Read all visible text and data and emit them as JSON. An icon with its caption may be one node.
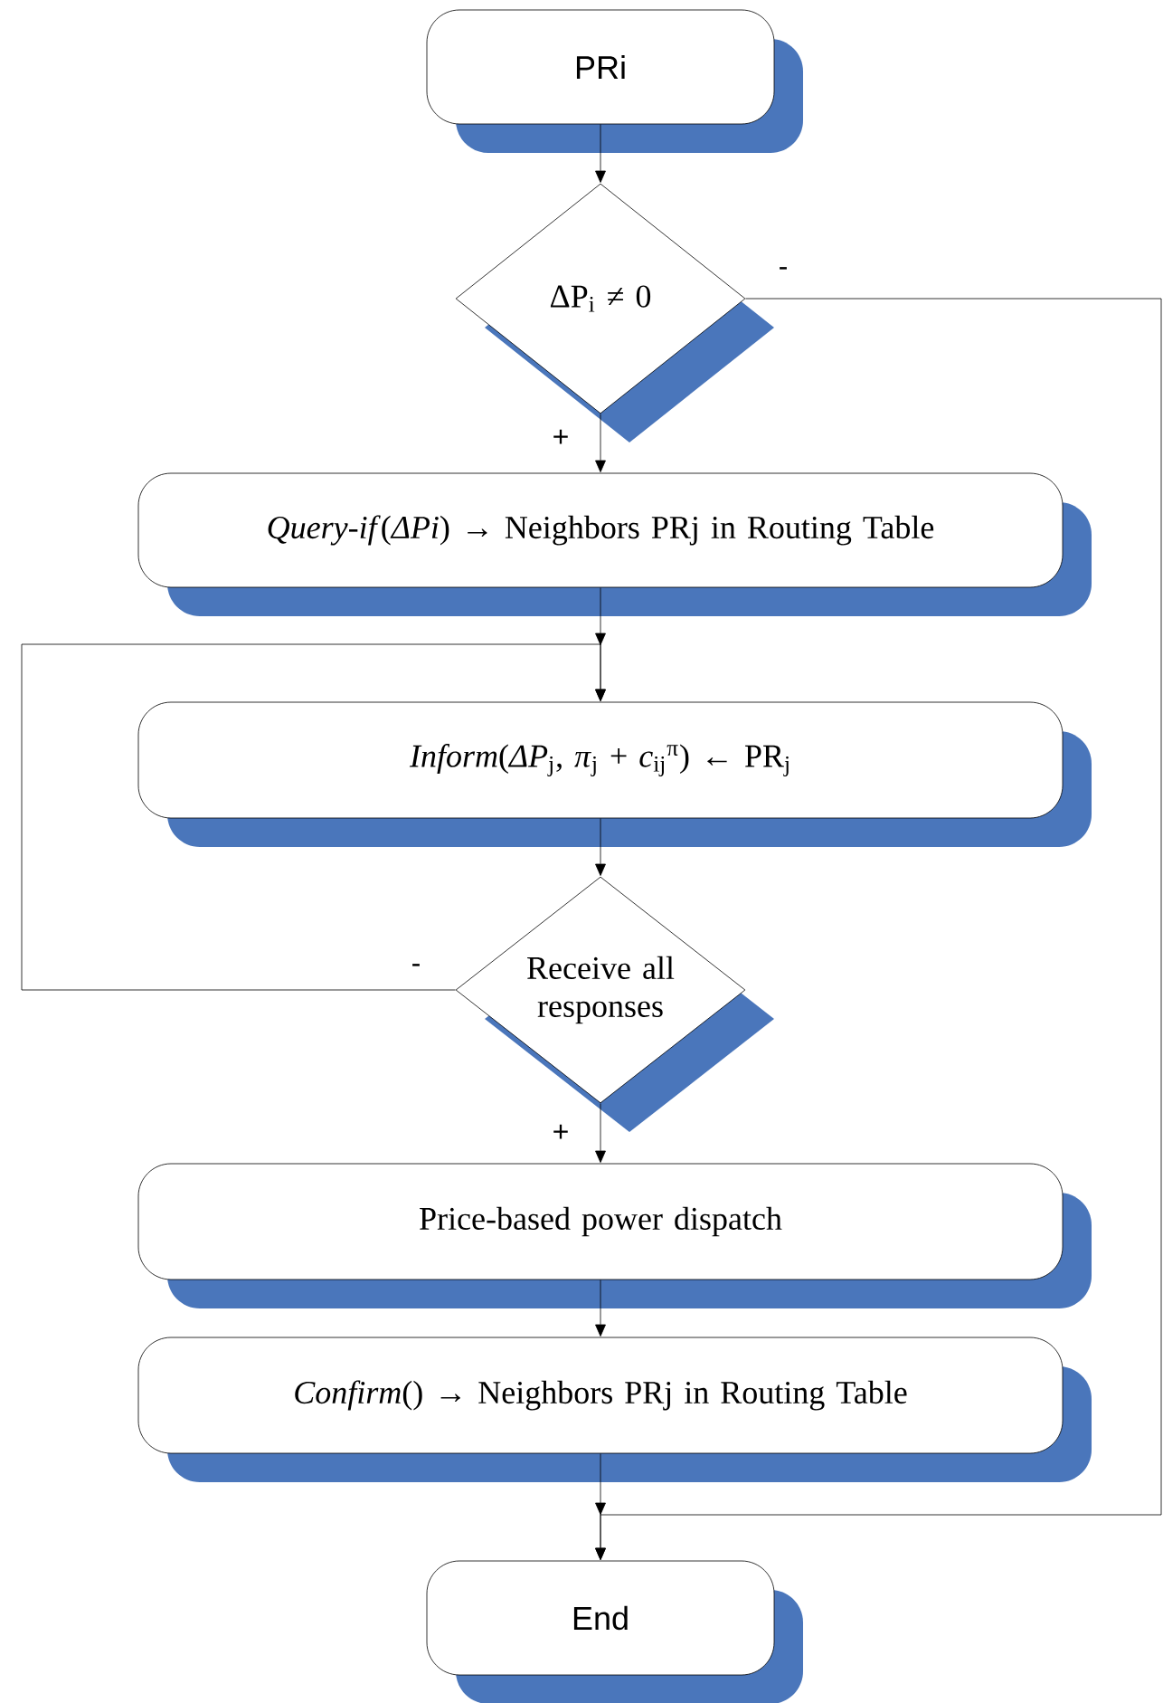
{
  "diagram": {
    "nodes": [
      {
        "text": [
          "PRi"
        ]
      },
      {
        "text": [
          "ΔP$_{i}$ ≠ 0"
        ]
      },
      {
        "text": [
          "*Query-if*(*ΔPi*) →  Neighbors  PRj in Routing Table"
        ]
      },
      {
        "text": [
          "*Inform*(*ΔP*$_{j}$, *π*$_{j}$ + *c*$_{ij}$$^{π}$) ← PR$_{j}$"
        ]
      },
      {
        "text": [
          "Receive all responses"
        ]
      },
      {
        "text": [
          "Price-based power dispatch"
        ]
      },
      {
        "text": [
          "*Confirm*() →  Neighbors  PRj in Routing Table"
        ]
      },
      {
        "text": [
          "End"
        ]
      }
    ],
    "edges": [
      {
        "from": 0,
        "to": 1,
        "arrow": "to"
      },
      {
        "from": 1,
        "to": 2,
        "arrow": "to",
        "label": "+"
      },
      {
        "from": 1,
        "to": 7,
        "arrow": "to",
        "label": "-"
      },
      {
        "from": 2,
        "to": 3,
        "arrow": "to"
      },
      {
        "from": 3,
        "to": 4,
        "arrow": "to"
      },
      {
        "from": 4,
        "to": 3,
        "arrow": "to",
        "label": "-"
      },
      {
        "from": 4,
        "to": 5,
        "arrow": "to",
        "label": "+"
      },
      {
        "from": 5,
        "to": 6,
        "arrow": "to"
      },
      {
        "from": 6,
        "to": 7,
        "arrow": "to"
      }
    ]
  }
}
